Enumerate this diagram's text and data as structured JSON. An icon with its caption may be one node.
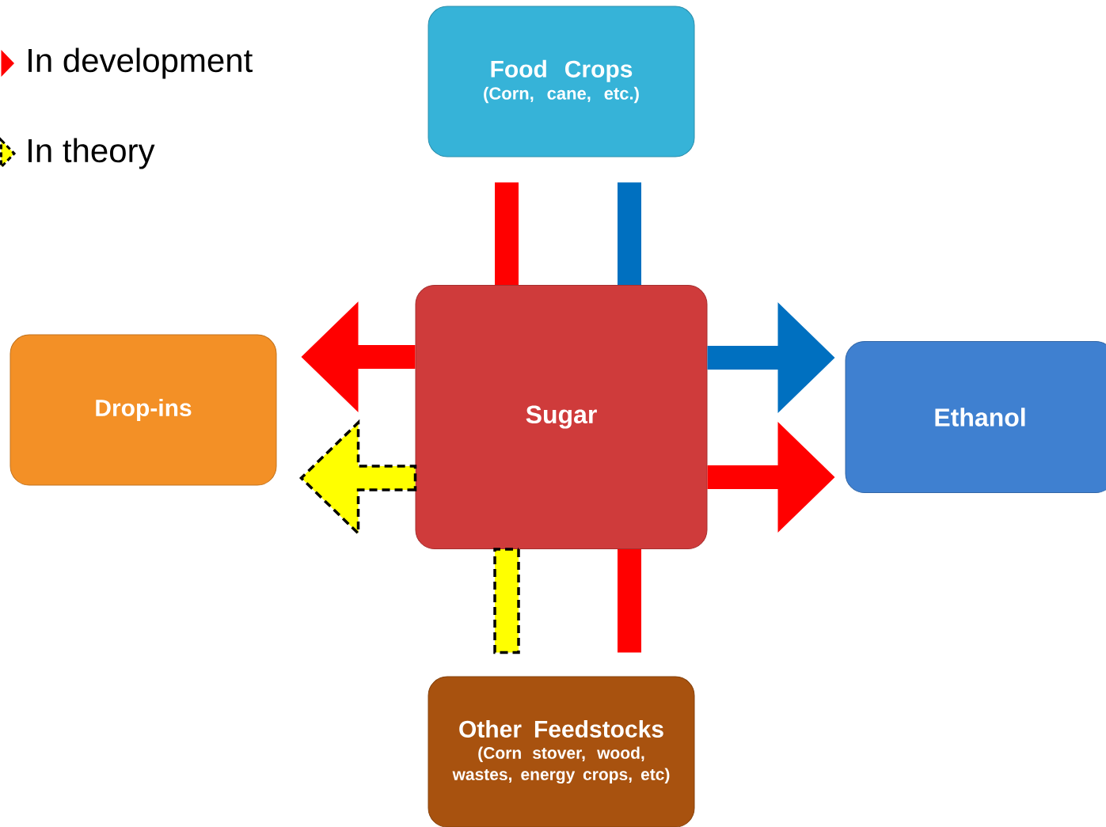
{
  "diagram": {
    "nodes": [
      {
        "text": [
          "Food Crops",
          "(Corn, cane, etc.)"
        ]
      },
      {
        "text": [
          "Drop-ins"
        ]
      },
      {
        "text": [
          "Sugar"
        ]
      },
      {
        "text": [
          "Ethanol"
        ]
      },
      {
        "text": [
          "Other Feedstocks",
          "(Corn stover, wood, wastes, energy crops, etc)"
        ]
      }
    ],
    "edges": [
      {
        "from": 0,
        "to": 2,
        "arrow": "none"
      },
      {
        "from": 0,
        "to": 2,
        "arrow": "none",
        "color": "#0070c0"
      },
      {
        "from": 2,
        "to": 1,
        "arrow": "to"
      },
      {
        "from": 2,
        "to": 1,
        "arrow": "to",
        "style": "dashed",
        "color": "#ffff00"
      },
      {
        "from": 2,
        "to": 3,
        "arrow": "to",
        "color": "#0070c0"
      },
      {
        "from": 2,
        "to": 3,
        "arrow": "to"
      },
      {
        "from": 2,
        "to": 4,
        "arrow": "none",
        "style": "dashed",
        "color": "#ffff00"
      },
      {
        "from": 2,
        "to": 4,
        "arrow": "none"
      }
    ],
    "legend": [
      {
        "text": "In development"
      },
      {
        "text": "In theory"
      }
    ]
  }
}
